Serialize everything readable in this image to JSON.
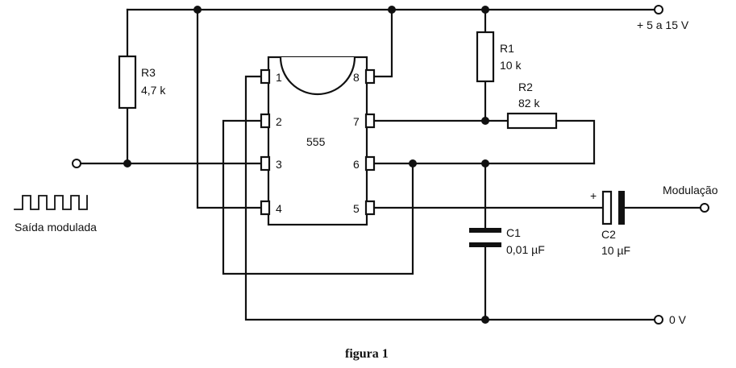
{
  "ic": {
    "part_number": "555",
    "pins": [
      "1",
      "2",
      "3",
      "4",
      "8",
      "7",
      "6",
      "5"
    ]
  },
  "components": {
    "r1": {
      "name": "R1",
      "value": "10 k"
    },
    "r2": {
      "name": "R2",
      "value": "82 k"
    },
    "r3": {
      "name": "R3",
      "value": "4,7 k"
    },
    "c1": {
      "name": "C1",
      "value": "0,01 µF"
    },
    "c2": {
      "name": "C2",
      "value": "10 µF",
      "polarity": "+"
    }
  },
  "terminals": {
    "supply": "+ 5 a 15 V",
    "ground": "0 V",
    "modulation_in": "Modulação",
    "output": "Saída modulada"
  },
  "caption": "figura 1"
}
